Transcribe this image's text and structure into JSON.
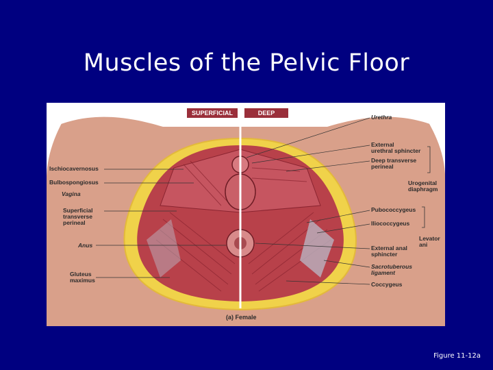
{
  "slide": {
    "title": "Muscles of the Pelvic Floor",
    "figure_number": "Figure 11-12a"
  },
  "diagram": {
    "tabs": {
      "superficial": "SUPERFICIAL",
      "deep": "DEEP"
    },
    "caption": "(a) Female",
    "left_labels": {
      "ischiocavernosus": "Ischiocavernosus",
      "bulbospongiosus": "Bulbospongiosus",
      "vagina": "Vagina",
      "superficial_transverse_perineal": "Superficial\ntransverse\nperineal",
      "anus": "Anus",
      "gluteus_maximus": "Gluteus\nmaximus"
    },
    "right_labels": {
      "urethra": "Urethra",
      "external_urethral_sphincter": "External\nurethral sphincter",
      "deep_transverse_perineal": "Deep transverse\nperineal",
      "urogenital_diaphragm": "Urogenital\ndiaphragm",
      "pubococcygeus": "Pubococcygeus",
      "iliococcygeus": "Iliococcygeus",
      "levator_ani": "Levator\nani",
      "external_anal_sphincter": "External anal\nsphincter",
      "sacrotuberous_ligament": "Sacrotuberous\nligament",
      "coccygeus": "Coccygeus"
    },
    "colors": {
      "background": "#000080",
      "skin": "#d9a08a",
      "fat": "#f0d24a",
      "muscle": "#b8414a",
      "muscle_dark": "#8a2430",
      "tab": "#9a2f3a"
    }
  }
}
